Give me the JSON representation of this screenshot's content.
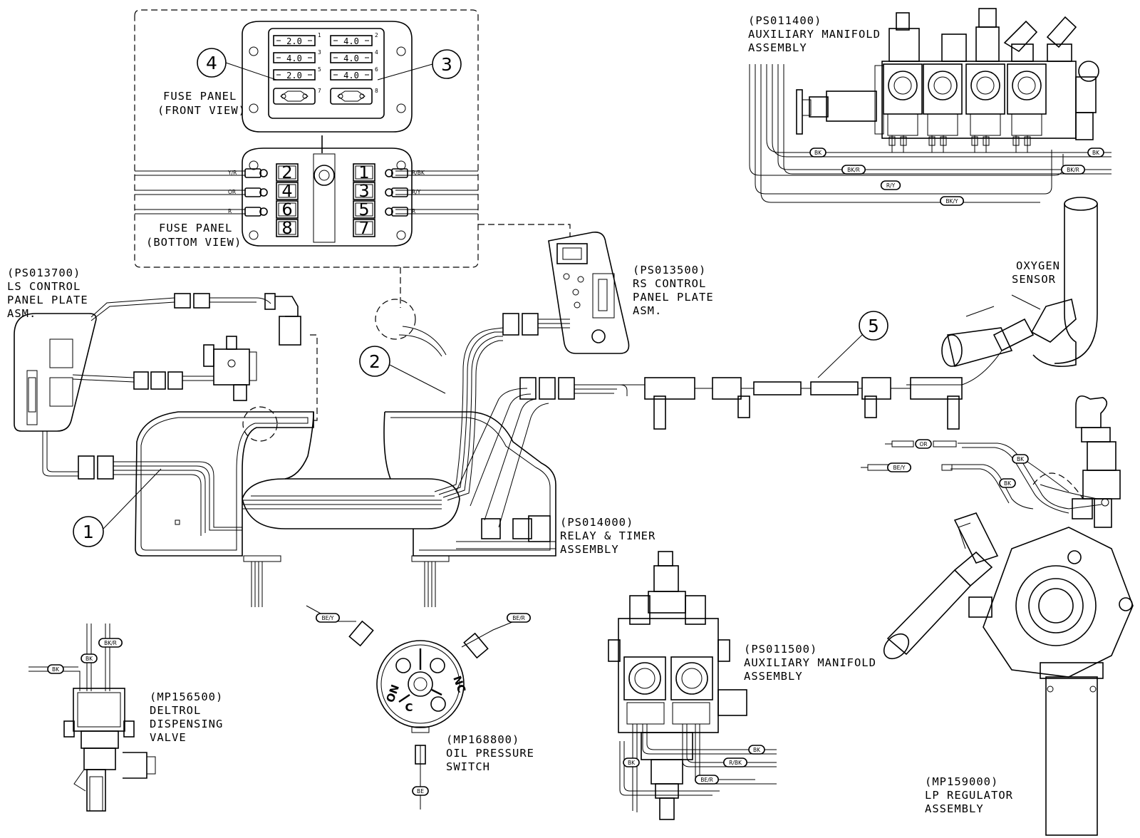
{
  "labels": {
    "aux_manifold_top": [
      "(PS011400)",
      "AUXILIARY MANIFOLD",
      "ASSEMBLY"
    ],
    "fuse_front": [
      "FUSE PANEL",
      "(FRONT VIEW)"
    ],
    "fuse_bottom": [
      "FUSE PANEL",
      "(BOTTOM VIEW)"
    ],
    "ls_panel": [
      "(PS013700)",
      "LS CONTROL",
      "PANEL PLATE",
      "ASM."
    ],
    "rs_panel": [
      "(PS013500)",
      "RS CONTROL",
      "PANEL PLATE",
      "ASM."
    ],
    "oxygen_sensor": [
      "OXYGEN",
      "SENSOR"
    ],
    "relay_timer": [
      "(PS014000)",
      "RELAY & TIMER",
      "ASSEMBLY"
    ],
    "deltrol_valve": [
      "(MP156500)",
      "DELTROL",
      "DISPENSING",
      "VALVE"
    ],
    "oil_switch": [
      "(MP168800)",
      "OIL PRESSURE",
      "SWITCH"
    ],
    "aux_manifold_bottom": [
      "(PS011500)",
      "AUXILIARY MANIFOLD",
      "ASSEMBLY"
    ],
    "lp_regulator": [
      "(MP159000)",
      "LP REGULATOR",
      "ASSEMBLY"
    ]
  },
  "callouts": [
    "1",
    "2",
    "3",
    "4",
    "5"
  ],
  "fuse_panel": {
    "front_values": [
      "2.0",
      "4.0",
      "4.0",
      "4.0",
      "2.0",
      "4.0"
    ],
    "front_indices": [
      "1",
      "2",
      "3",
      "4",
      "5",
      "6",
      "7",
      "8"
    ],
    "bottom_left": [
      "2",
      "4",
      "6",
      "8"
    ],
    "bottom_right": [
      "1",
      "3",
      "5",
      "7"
    ],
    "left_wire_tags": [
      "Y/R",
      "OR",
      "R"
    ],
    "right_wire_tags": [
      "R/BK",
      "R/Y",
      "R"
    ]
  },
  "wire_tags": {
    "top_manifold": [
      "BK",
      "BK/R",
      "R/Y",
      "BK/Y",
      "BK",
      "BK/R"
    ],
    "lp_regulator": [
      "OR",
      "BE/Y",
      "BK",
      "BK"
    ],
    "deltrol": [
      "BK",
      "BK",
      "BK/R"
    ],
    "oil_switch": [
      "BE/Y",
      "BE/R",
      "BE"
    ],
    "switch_terminals": [
      "ON",
      "C",
      "NC"
    ],
    "bottom_manifold": [
      "BK",
      "R/BK",
      "BE/R",
      "BK"
    ]
  }
}
